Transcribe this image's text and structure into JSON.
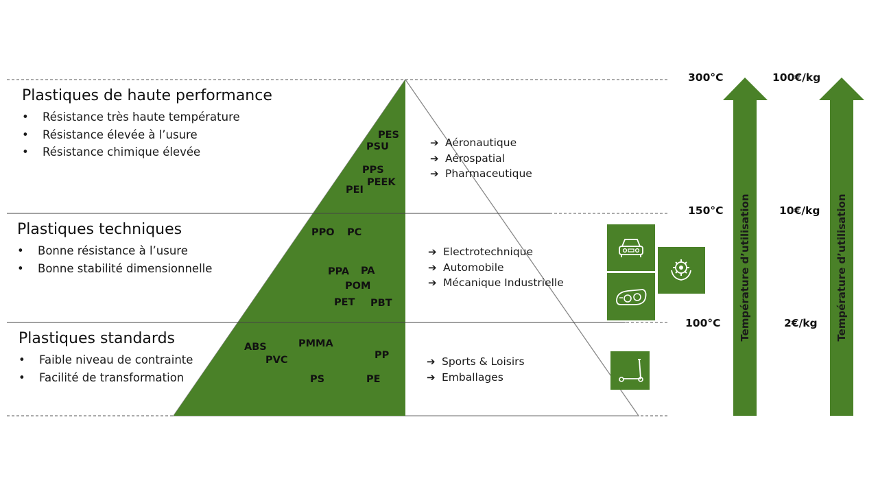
{
  "colors": {
    "green": "#4a8128",
    "line": "#555555"
  },
  "tiers": [
    {
      "title": "Plastiques de haute performance",
      "bullets": [
        "Résistance très haute température",
        "Résistance élevée à l’usure",
        "Résistance chimique élevée"
      ],
      "polymers": [
        "PES",
        "PSU",
        "PPS",
        "PEEK",
        "PEI"
      ],
      "applications": [
        "Aéronautique",
        "Aérospatial",
        "Pharmaceutique"
      ]
    },
    {
      "title": "Plastiques techniques",
      "bullets": [
        "Bonne résistance à l’usure",
        "Bonne stabilité dimensionnelle"
      ],
      "polymers": [
        "PPO",
        "PC",
        "PPA",
        "PA",
        "POM",
        "PET",
        "PBT"
      ],
      "applications": [
        "Electrotechnique",
        "Automobile",
        "Mécanique Industrielle"
      ]
    },
    {
      "title": "Plastiques standards",
      "bullets": [
        "Faible niveau de contrainte",
        "Facilité de transformation"
      ],
      "polymers": [
        "ABS",
        "PMMA",
        "PVC",
        "PP",
        "PS",
        "PE"
      ],
      "applications": [
        "Sports & Loisirs",
        "Emballages"
      ]
    }
  ],
  "temperature_scale": {
    "label": "Température d’utilisation",
    "values": [
      "300°C",
      "150°C",
      "100°C"
    ]
  },
  "price_scale": {
    "label": "Température d’utilisation",
    "values": [
      "100€/kg",
      "10€/kg",
      "2€/kg"
    ]
  },
  "icons": [
    "car-icon",
    "gear-hand-icon",
    "headlight-icon",
    "scooter-icon"
  ]
}
